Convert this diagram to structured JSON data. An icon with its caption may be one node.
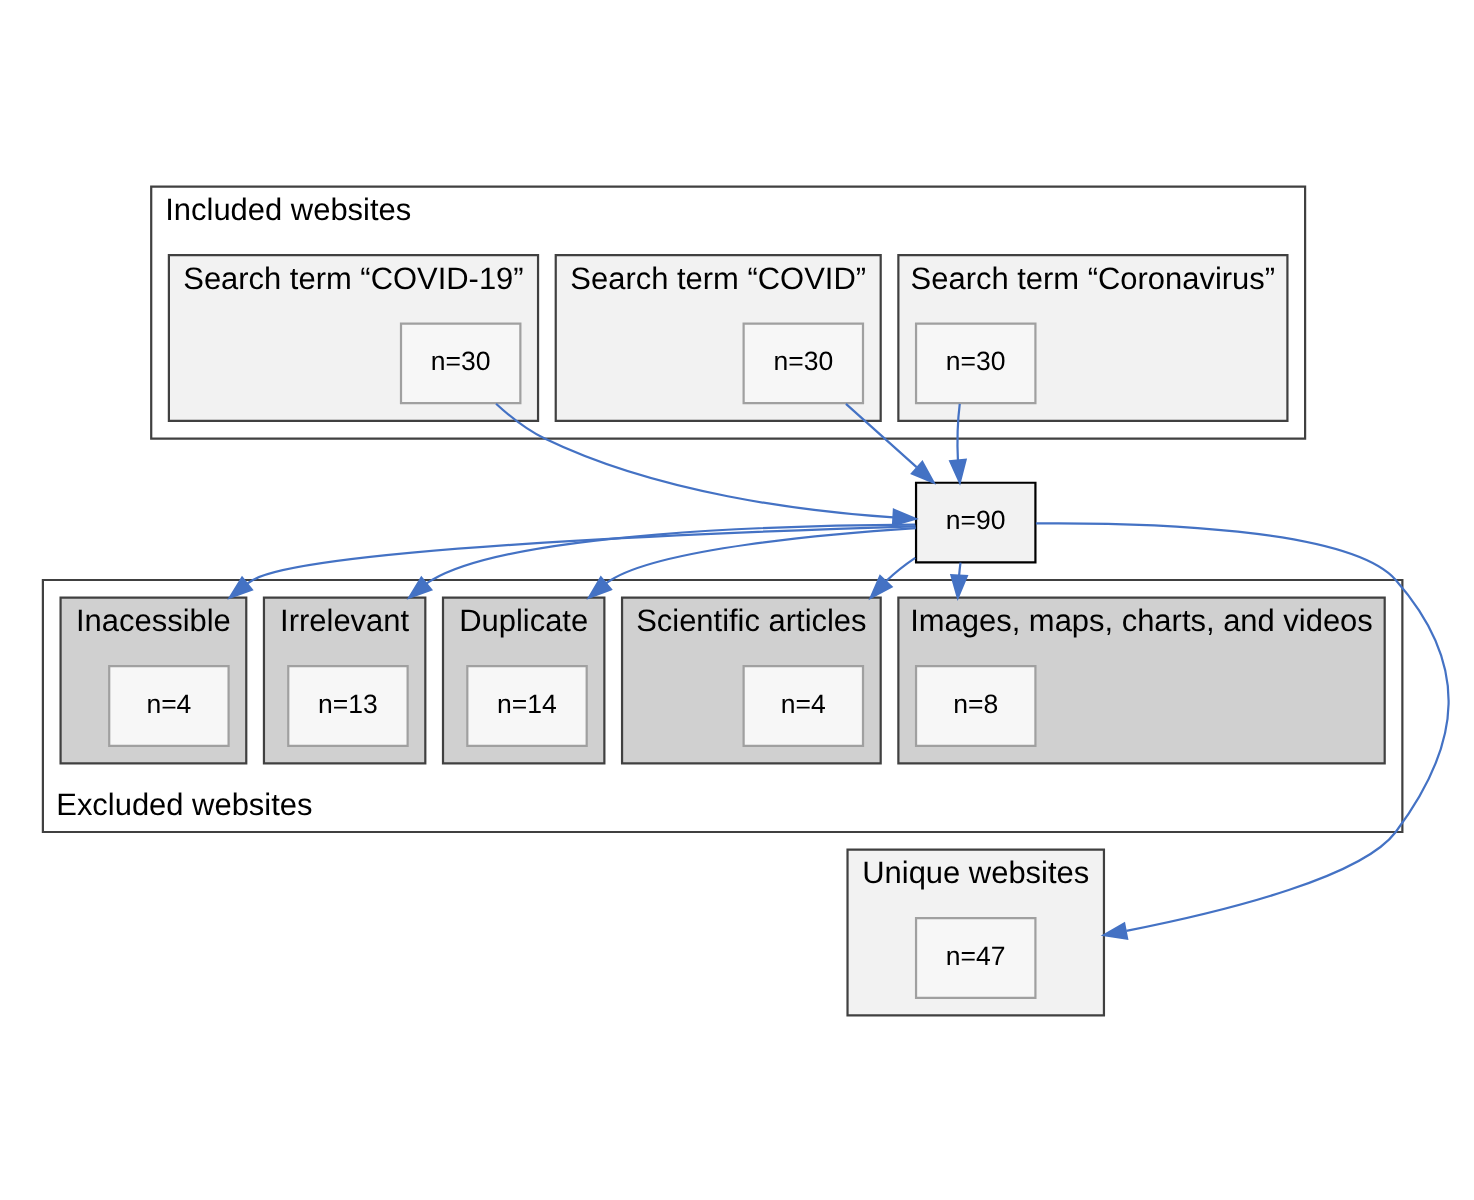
{
  "diagram": {
    "nodes": [
      {
        "text": [
          "Included websites"
        ]
      },
      {
        "text": [
          "Search term “Coronavirus”"
        ],
        "in": 0
      },
      {
        "text": [
          "n=30"
        ],
        "in": 1
      },
      {
        "text": [
          "Search term “COVID”"
        ],
        "in": 0
      },
      {
        "text": [
          "n=30"
        ],
        "in": 3
      },
      {
        "text": [
          "Search term “COVID-19”"
        ],
        "in": 0
      },
      {
        "text": [
          "n=30"
        ],
        "in": 5
      },
      {
        "text": [
          "n=90"
        ]
      },
      {
        "text": [
          "Excluded websites"
        ]
      },
      {
        "text": [
          "Images, maps, charts, and videos"
        ],
        "in": 8
      },
      {
        "text": [
          "n=8"
        ],
        "in": 9
      },
      {
        "text": [
          "Scientific articles"
        ],
        "in": 8
      },
      {
        "text": [
          "n=4"
        ],
        "in": 11
      },
      {
        "text": [
          "Duplicate"
        ],
        "in": 8
      },
      {
        "text": [
          "n=14"
        ],
        "in": 13
      },
      {
        "text": [
          "Irrelevant"
        ],
        "in": 8
      },
      {
        "text": [
          "n=13"
        ],
        "in": 15
      },
      {
        "text": [
          "Inacessible"
        ],
        "in": 8
      },
      {
        "text": [
          "n=4"
        ],
        "in": 17
      },
      {
        "text": [
          "Unique websites"
        ]
      },
      {
        "text": [
          "n=47"
        ],
        "in": 19
      }
    ],
    "edges": [
      {
        "from": 2,
        "to": 7,
        "arrow": "to"
      },
      {
        "from": 4,
        "to": 7,
        "arrow": "to"
      },
      {
        "from": 6,
        "to": 7,
        "arrow": "to"
      },
      {
        "from": 7,
        "to": 9,
        "arrow": "to"
      },
      {
        "from": 7,
        "to": 11,
        "arrow": "to"
      },
      {
        "from": 7,
        "to": 13,
        "arrow": "to"
      },
      {
        "from": 7,
        "to": 15,
        "arrow": "to"
      },
      {
        "from": 7,
        "to": 17,
        "arrow": "to"
      },
      {
        "from": 7,
        "to": 19,
        "arrow": "to"
      }
    ]
  }
}
